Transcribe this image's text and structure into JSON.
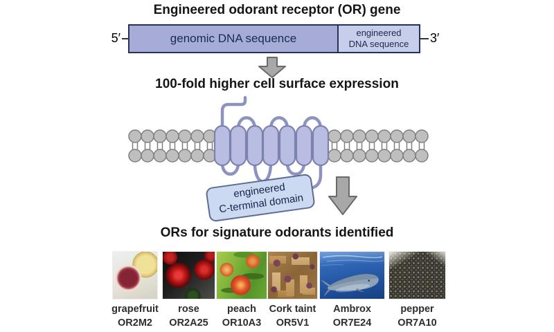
{
  "figure": {
    "title_top": "Engineered odorant receptor (OR) gene",
    "title_middle": "100-fold higher cell surface expression",
    "title_bottom": "ORs for signature odorants identified"
  },
  "gene_diagram": {
    "five_prime": "5′",
    "three_prime": "3′",
    "genomic_box_label": "genomic DNA sequence",
    "engineered_box_line1": "engineered",
    "engineered_box_line2": "DNA sequence"
  },
  "receptor_diagram": {
    "cterm_label_line1": "engineered",
    "cterm_label_line2": "C-terminal domain",
    "helix_count": 7
  },
  "icons": {
    "arrow_top": "down-arrow",
    "arrow_bottom": "down-arrow"
  },
  "odorants": [
    {
      "name": "grapefruit",
      "receptor": "OR2M2"
    },
    {
      "name": "rose",
      "receptor": "OR2A25"
    },
    {
      "name": "peach",
      "receptor": "OR10A3"
    },
    {
      "name": "Cork taint",
      "receptor": "OR5V1"
    },
    {
      "name": "Ambrox",
      "receptor": "OR7E24"
    },
    {
      "name": "pepper",
      "receptor": "OR7A10"
    }
  ],
  "colors": {
    "genomic_box_fill": "#a5add6",
    "engineered_box_fill": "#c7cee9",
    "box_border": "#26325e",
    "gene_text": "#1b2951",
    "helix_fill": "#b9bde1",
    "helix_border": "#7d81b0",
    "loop_stroke": "#8d92c1",
    "lipid_fill": "#bfbfbf",
    "lipid_border": "#7f7f7f",
    "arrow_fill": "#a8a8a8",
    "arrow_border": "#666c6e",
    "cterm_box_fill": "#cbd9f1",
    "cterm_box_border": "#5c6d93"
  }
}
